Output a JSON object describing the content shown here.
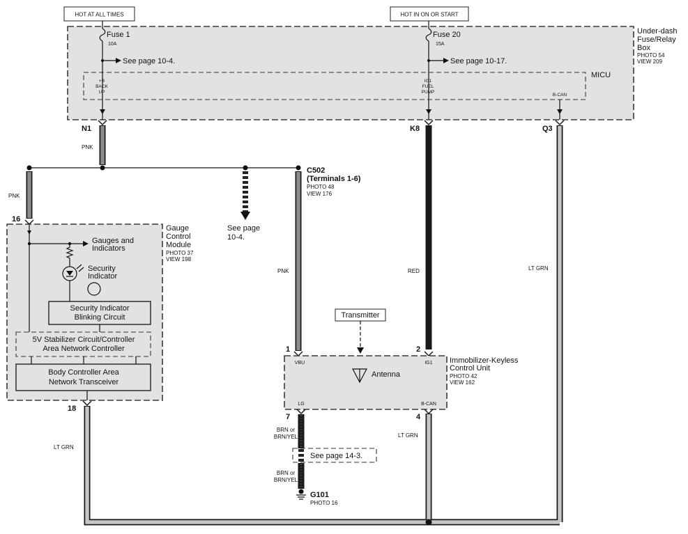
{
  "header": {
    "hot_at_all_times": "HOT AT ALL TIMES",
    "hot_in_on_or_start": "HOT IN ON OR START"
  },
  "fuse_relay_box": {
    "name": [
      "Under-dash",
      "Fuse/Relay",
      "Box"
    ],
    "photo": "PHOTO 54",
    "view": "VIEW 209",
    "fuse_1": {
      "name": "Fuse 1",
      "rating": "10A",
      "ref": "See page 10-4."
    },
    "fuse_20": {
      "name": "Fuse 20",
      "rating": "15A",
      "ref": "See page 10-17."
    },
    "micu": {
      "label": "MICU",
      "pin_backup": [
        "+B",
        "BACK",
        "UP"
      ],
      "pin_ig1": [
        "IG1",
        "FUEL",
        "PUMP"
      ],
      "pin_bcan": "B-CAN"
    },
    "connectors": {
      "n1": "N1",
      "k8": "K8",
      "q3": "Q3"
    }
  },
  "wire_colors": {
    "pnk": "PNK",
    "red": "RED",
    "lt_grn": "LT GRN",
    "brn": [
      "BRN or",
      "BRN/YEL"
    ]
  },
  "c502": {
    "name": "C502",
    "terminals": "(Terminals 1-6)",
    "photo": "PHOTO 48",
    "view": "VIEW 176"
  },
  "branch_ref": [
    "See page",
    "10-4."
  ],
  "gauge_control_module": {
    "name": [
      "Gauge",
      "Control",
      "Module"
    ],
    "photo": "PHOTO 37",
    "view": "VIEW 198",
    "terminal_in": "16",
    "terminal_out": "18",
    "gauges_label": [
      "Gauges and",
      "Indicators"
    ],
    "security_indicator": [
      "Security",
      "Indicator"
    ],
    "blinking_circuit": [
      "Security Indicator",
      "Blinking Circuit"
    ],
    "stabilizer": [
      "5V Stabilizer Circuit/Controller",
      "Area Network Controller"
    ],
    "transceiver": [
      "Body Controller Area",
      "Network Transceiver"
    ]
  },
  "immobilizer": {
    "name": [
      "Immobilizer-Keyless",
      "Control Unit"
    ],
    "photo": "PHOTO 42",
    "view": "VIEW 162",
    "pins": {
      "vbu": "VBU",
      "ig1": "IG1",
      "lg": "LG",
      "bcan": "B-CAN"
    },
    "terminals": {
      "t1": "1",
      "t2": "2",
      "t7": "7",
      "t4": "4"
    },
    "antenna": "Antenna",
    "transmitter": "Transmitter"
  },
  "ground": {
    "ref": "See page 14-3.",
    "name": "G101",
    "photo": "PHOTO 16"
  },
  "colors": {
    "module_fill": "#e2e2e2",
    "pnk_wire": "#8c8c8c",
    "red_wire": "#1a1a1a",
    "lt_grn_wire": "#c6c6c6"
  }
}
